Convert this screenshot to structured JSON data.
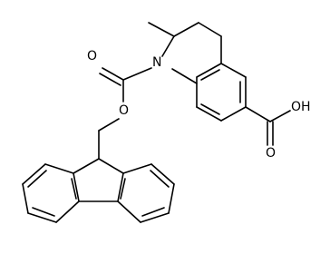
{
  "structure": {
    "atom_labels": {
      "ring_nitrogen": "N",
      "carbamate_carbonyl_oxygen": "O",
      "carbamate_ester_oxygen": "O",
      "acid_carbonyl_oxygen": "O",
      "acid_hydroxyl": "OH"
    },
    "colors": {
      "bond": "#000000",
      "label": "#000000",
      "background": "#ffffff"
    }
  }
}
